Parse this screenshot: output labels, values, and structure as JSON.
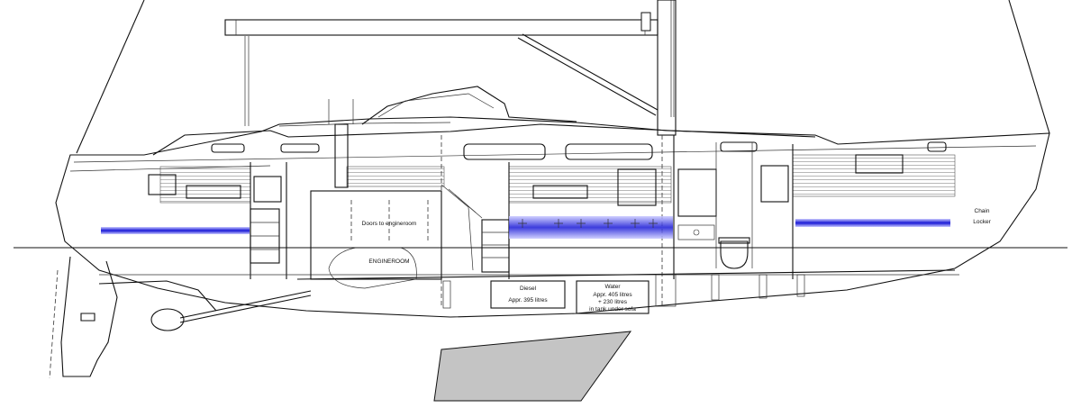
{
  "labels": {
    "doors": "Doors to engineroom",
    "engineroom": "ENGINEROOM",
    "diesel_title": "Diesel",
    "diesel_volume": "Appr. 395 litres",
    "water_title": "Water",
    "water_volume": "Appr. 405 litres",
    "water_extra": "+ 230 litres",
    "water_note": "in tank under sofa",
    "chain_1": "Chain",
    "chain_2": "Locker"
  },
  "colors": {
    "waterline_blue": "#1a1ad6",
    "keel_fill": "#c4c4c4",
    "line": "#111111"
  }
}
